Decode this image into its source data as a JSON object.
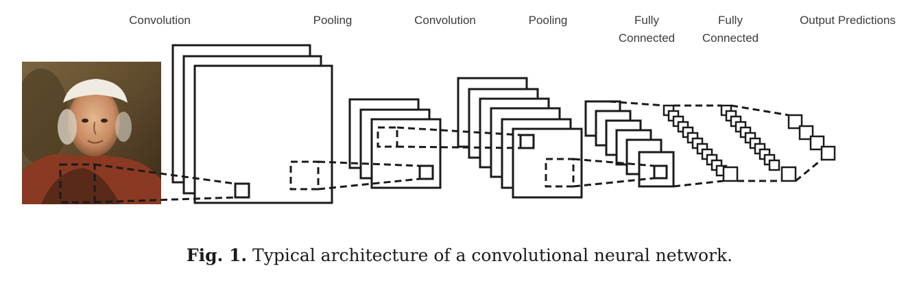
{
  "stages": [
    {
      "id": "conv1",
      "label_lines": [
        "Convolution"
      ]
    },
    {
      "id": "pool1",
      "label_lines": [
        "Pooling"
      ]
    },
    {
      "id": "conv2",
      "label_lines": [
        "Convolution"
      ]
    },
    {
      "id": "pool2",
      "label_lines": [
        "Pooling"
      ]
    },
    {
      "id": "fc1",
      "label_lines": [
        "Fully",
        "Connected"
      ]
    },
    {
      "id": "fc2",
      "label_lines": [
        "Fully",
        "Connected"
      ]
    },
    {
      "id": "output",
      "label_lines": [
        "Output Predictions"
      ]
    }
  ],
  "input_image": {
    "subject": "portrait painting of an elderly man in a white cap"
  },
  "caption": {
    "prefix": "Fig. 1.",
    "text": " Typical architecture of a convolutional neural network."
  },
  "colors": {
    "stroke": "#1a1a1a",
    "label": "#3a3a3a",
    "background": "#ffffff"
  }
}
